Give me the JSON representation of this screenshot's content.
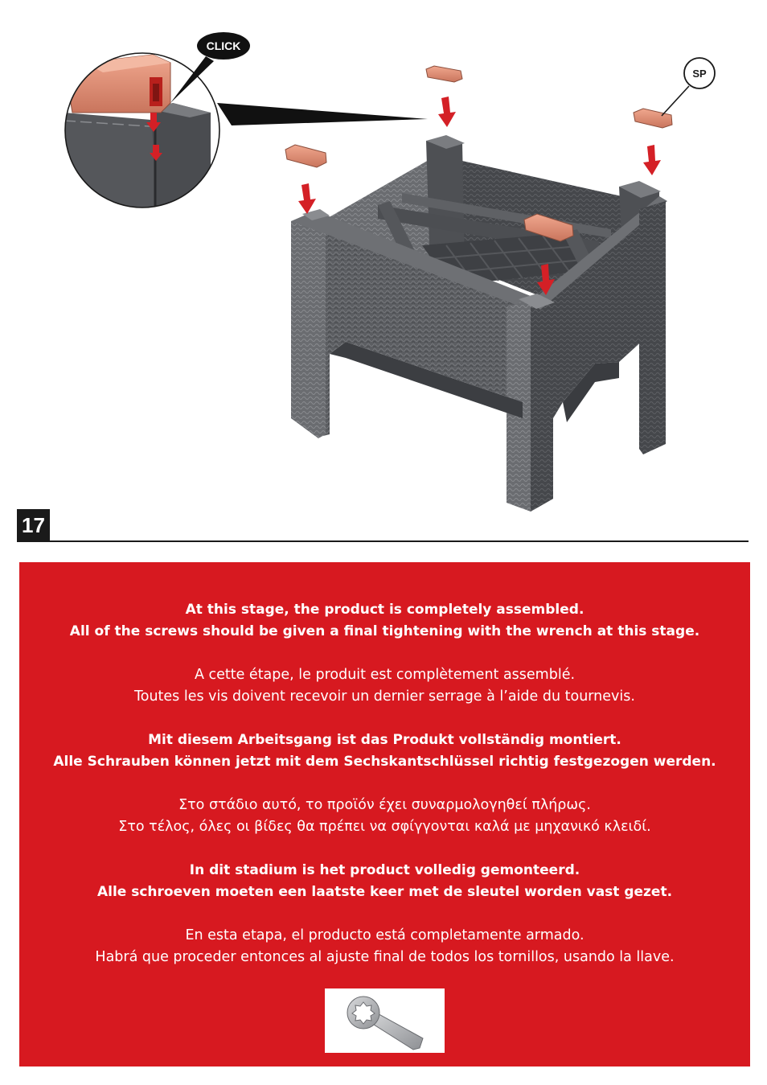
{
  "callouts": {
    "click": "CLICK",
    "spare_part": "SP"
  },
  "step": {
    "number": "17"
  },
  "instructions": [
    {
      "lang": "en",
      "bold": true,
      "line1": "At this stage, the product is completely assembled.",
      "line2": "All of the screws should be given a final tightening with the wrench at this stage."
    },
    {
      "lang": "fr",
      "bold": false,
      "line1": "A cette étape, le produit est complètement assemblé.",
      "line2": "Toutes les vis doivent recevoir un dernier serrage à l’aide du tournevis."
    },
    {
      "lang": "de",
      "bold": true,
      "line1": "Mit diesem Arbeitsgang ist das Produkt vollständig montiert.",
      "line2": "Alle Schrauben können jetzt mit dem Sechskantschlüssel richtig festgezogen werden."
    },
    {
      "lang": "el",
      "bold": false,
      "line1": "Στο στάδιο αυτό, το προϊόν έχει συναρμολογηθεί πλήρως.",
      "line2": "Στο τέλος, όλες οι βίδες θα πρέπει να σφίγγονται καλά με μηχανικό κλειδί."
    },
    {
      "lang": "nl",
      "bold": true,
      "line1": "In dit stadium is het product volledig gemonteerd.",
      "line2": "Alle schroeven moeten een laatste keer met de sleutel worden vast gezet."
    },
    {
      "lang": "es",
      "bold": false,
      "line1": "En esta etapa, el producto está completamente armado.",
      "line2": "Habrá que proceder entonces al ajuste final de todos los tornillos, usando la llave."
    }
  ],
  "colors": {
    "panel": "#d71920",
    "cap": "#e8927a",
    "arrow": "#d42026",
    "wicker": "#55575b"
  },
  "icons": [
    "wrench-icon",
    "down-arrow-icon",
    "end-cap-icon"
  ]
}
